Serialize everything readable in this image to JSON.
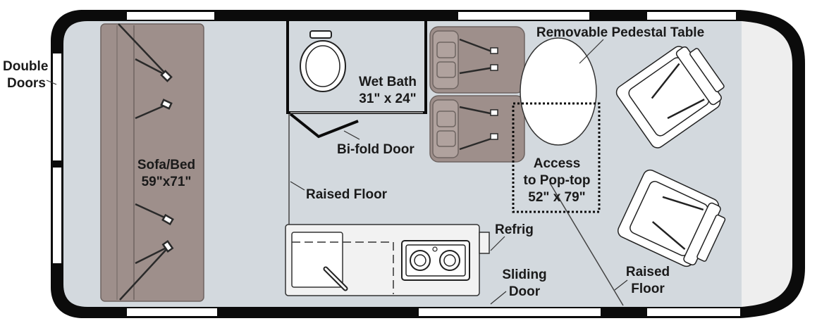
{
  "labels": {
    "double_doors_line1": "Double",
    "double_doors_line2": "Doors",
    "sofa_line1": "Sofa/Bed",
    "sofa_line2": "59\"x71\"",
    "wet_bath_line1": "Wet Bath",
    "wet_bath_line2": "31\" x 24\"",
    "bifold_door": "Bi-fold Door",
    "raised_floor_left": "Raised Floor",
    "table": "Removable Pedestal Table",
    "access_line1": "Access",
    "access_line2": "to Pop-top",
    "access_line3": "52\" x 79\"",
    "refrig": "Refrig",
    "sliding_line1": "Sliding",
    "sliding_line2": "Door",
    "raised_floor_right_line1": "Raised",
    "raised_floor_right_line2": "Floor"
  },
  "colors": {
    "floor": "#d3d9de",
    "wall": "#0b0b0b",
    "window": "#ffffff",
    "furniture": "#9e8f8b",
    "counter": "#f2f2f2",
    "cab": "#eeeeee"
  }
}
